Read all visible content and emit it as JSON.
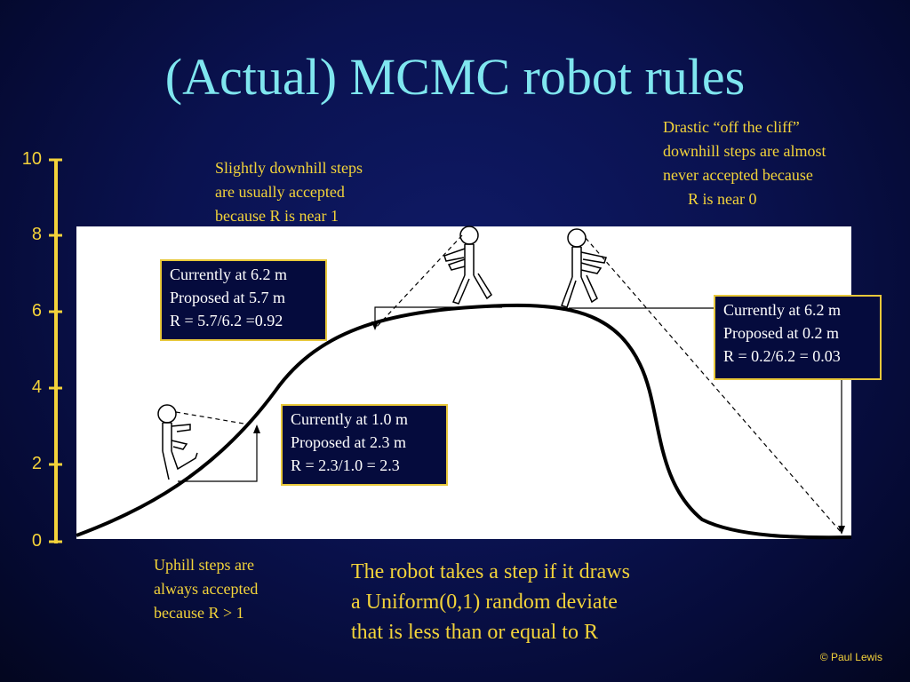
{
  "title": "(Actual) MCMC robot rules",
  "y_axis": {
    "ticks": [
      "10",
      "8",
      "6",
      "4",
      "2",
      "0"
    ]
  },
  "notes": {
    "slightly_downhill": [
      "Slightly downhill steps",
      "are usually accepted",
      "because R is near 1"
    ],
    "drastic": [
      "Drastic “off the cliff”",
      "downhill steps are almost",
      "never accepted because",
      "R is near 0"
    ],
    "uphill": [
      "Uphill steps are",
      "always accepted",
      "because R > 1"
    ]
  },
  "boxes": {
    "slight_downhill": [
      "Currently at 6.2 m",
      "Proposed at 5.7 m",
      "R = 5.7/6.2 =0.92"
    ],
    "cliff": [
      "Currently at 6.2 m",
      "Proposed at 0.2 m",
      "R = 0.2/6.2 = 0.03"
    ],
    "uphill": [
      "Currently at 1.0 m",
      "Proposed at 2.3 m",
      "R = 2.3/1.0 = 2.3"
    ]
  },
  "bottom_text": [
    "The robot takes a step if it draws",
    "a Uniform(0,1) random deviate",
    "that is less than or equal to R"
  ],
  "credit": "© Paul Lewis",
  "colors": {
    "title": "#7fe6ef",
    "annotation": "#f2d33a",
    "box_border": "#e8c83a",
    "background": "#0a1250"
  }
}
